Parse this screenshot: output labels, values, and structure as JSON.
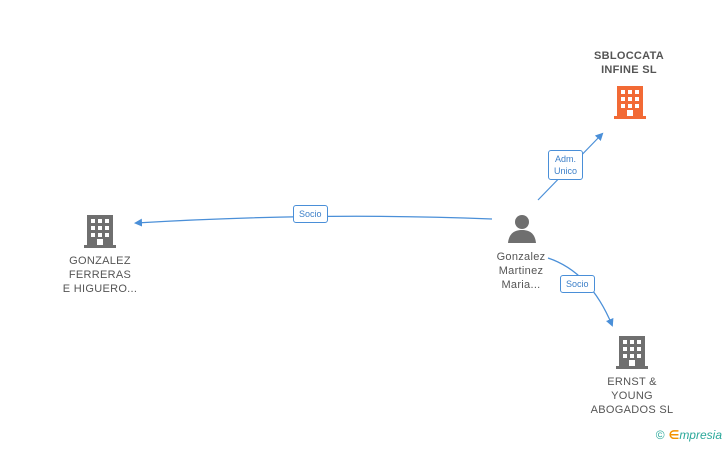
{
  "colors": {
    "edge": "#4a8fd8",
    "highlight_building": "#f26a35",
    "building": "#6f6f6f",
    "person": "#6f6f6f"
  },
  "nodes": {
    "sbloccata": {
      "label_lines": [
        "SBLOCCATA",
        "INFINE  SL"
      ],
      "icon": "building-icon"
    },
    "gonzalez_ferreras": {
      "label_lines": [
        "GONZALEZ",
        "FERRERAS",
        "E HIGUERO..."
      ],
      "icon": "building-icon"
    },
    "person": {
      "label_lines": [
        "Gonzalez",
        "Martinez",
        "Maria..."
      ],
      "icon": "person-icon"
    },
    "ernst": {
      "label_lines": [
        "ERNST &",
        "YOUNG",
        "ABOGADOS SL"
      ],
      "icon": "building-icon"
    }
  },
  "edges": {
    "to_sbloccata": {
      "label_lines": [
        "Adm.",
        "Unico"
      ]
    },
    "to_gonzalez": {
      "label": "Socio"
    },
    "to_ernst": {
      "label": "Socio"
    }
  },
  "footer": {
    "copyright_symbol": "©",
    "brand_first": "∈",
    "brand_rest": "mpresia"
  }
}
